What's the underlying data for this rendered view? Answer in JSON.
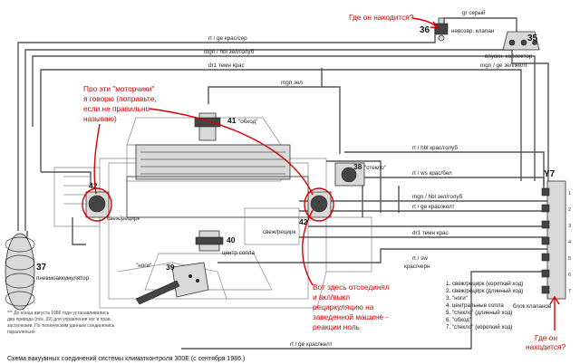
{
  "caption": "Схема вакуумных соединений системы климатконтроля 300E (с сентября 1986 )",
  "annotations": {
    "where_top": "Где он находится?",
    "where_bottom_line1": "Где он",
    "where_bottom_line2": "находится?",
    "motors_line1": "Про эти \"моторчики\"",
    "motors_line2": "я говорю (поправьте,",
    "motors_line3": "если не правильно",
    "motors_line4": "называю)",
    "disconnect_line1": "Вот здесь отсоединял",
    "disconnect_line2": "и вкл/выкл",
    "disconnect_line3": "рециркуляцию на",
    "disconnect_line4": "заведенной машине -",
    "disconnect_line5": "реакции ноль"
  },
  "components": {
    "c36_num": "36",
    "c36_label": "невозвр. клапан",
    "c35_num": "35",
    "c35_label": "впускн. коллектор",
    "c41_num": "41",
    "c41_label": "\"обход\"",
    "c38_num": "38",
    "c38_label": "\"стекло\"",
    "c42l_num": "42",
    "c42l_label": "свеж/рецирк",
    "c42r_num": "42",
    "c42r_label": "свеж/рецирк",
    "c40_num": "40",
    "c40_label": "центр сопла",
    "c39_num": "39",
    "c39_label": "\"ноги\"",
    "c37_num": "37",
    "c37_label": "пневмоаккумулятор",
    "y7_num": "Y7",
    "y7_label": "блок клапанов"
  },
  "hose_labels": {
    "gr": "gr серый",
    "rt_ge": "rt / ge  крас/сер",
    "mgn_hbl_top": "mgn / hbl зел/голуб",
    "dr1": "dr1   темн крас",
    "mgn_zel": "mgn  зел",
    "mgn_ge": "mgn / ge  зел/желт",
    "rt_hbl": "rt / hbl  крас/голуб",
    "rt_ws": "rt / ws  крас/бел",
    "mgn_hbl": "mgn / hbl  зел/голуб",
    "rt_ge2": "rt / ge  крас/желт",
    "dr1_b": "dr1  темн крас",
    "rt_sw": "rt / sw",
    "rt_sw2": "крас/черн",
    "rt_ge_bottom": "rt / ge  крас/желт"
  },
  "legend": [
    "1. свеж/рецирк (короткий ход)",
    "2. свеж/рецирк (длинный ход)",
    "3. \"ноги\"",
    "4. центральные сопла",
    "5. \"стекло\" (длинный ход)",
    "6. \"обход\"",
    "7. \"стекло\" (короткий ход)"
  ],
  "footnote": [
    "*** До конца августа 1986 года устанавливались",
    "два привода (поз. 39) для управления ног и прав.",
    "заслонками. По техническим данным соединялись",
    "параллельно"
  ],
  "valve_ports": [
    "1",
    "2",
    "3",
    "4",
    "5",
    "6",
    "7"
  ],
  "colors": {
    "annotation": "#d40000",
    "tube": "#555555"
  }
}
